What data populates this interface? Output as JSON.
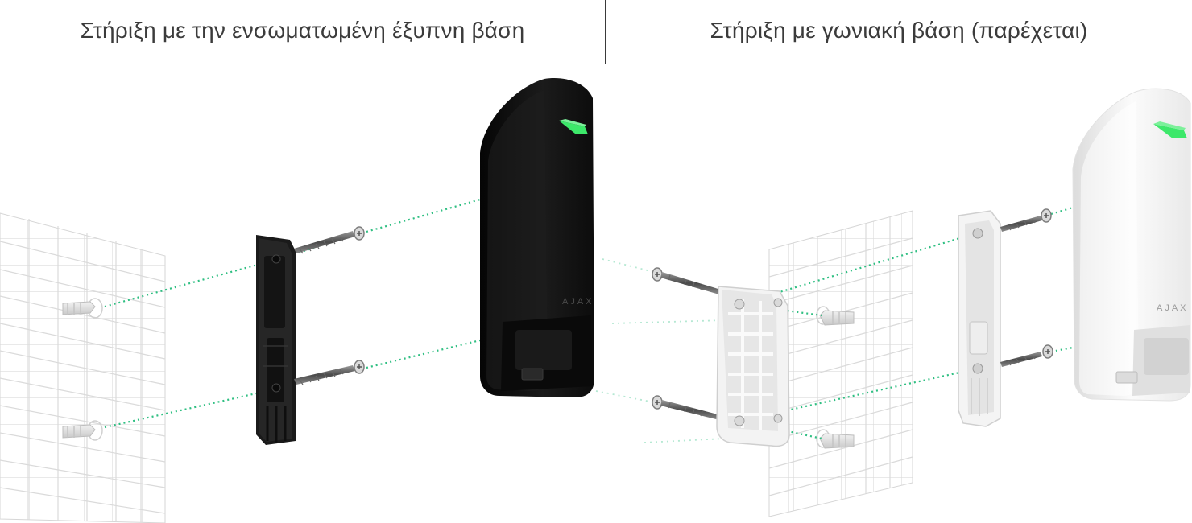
{
  "header": {
    "left_title": "Στήριξη με την ενσωματωμένη έξυπνη βάση",
    "right_title": "Στήριξη με γωνιακή βάση (παρέχεται)"
  },
  "devices": {
    "left_brand": "AJAX",
    "right_brand": "AJAX"
  },
  "colors": {
    "guide_line": "#2fbf82",
    "indicator": "#3de86a",
    "device_dark": "#141414",
    "device_light": "#f4f4f4",
    "wall_grid": "#dcdcdc",
    "divider": "#3a3a3a"
  },
  "icons": [
    "screw-icon",
    "wall-anchor-icon",
    "mounting-plate-icon",
    "corner-bracket-icon"
  ]
}
